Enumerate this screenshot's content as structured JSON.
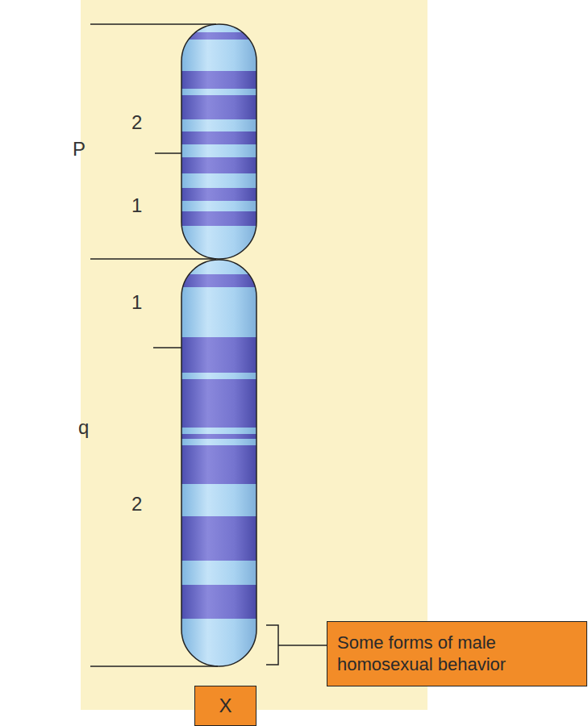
{
  "diagram": {
    "nodes": [
      {
        "text": [
          "Some forms of male homosexual behavior"
        ]
      },
      {
        "text": [
          "X"
        ]
      }
    ],
    "labels": [
      "P",
      "2",
      "1",
      "1",
      "q",
      "2"
    ]
  }
}
